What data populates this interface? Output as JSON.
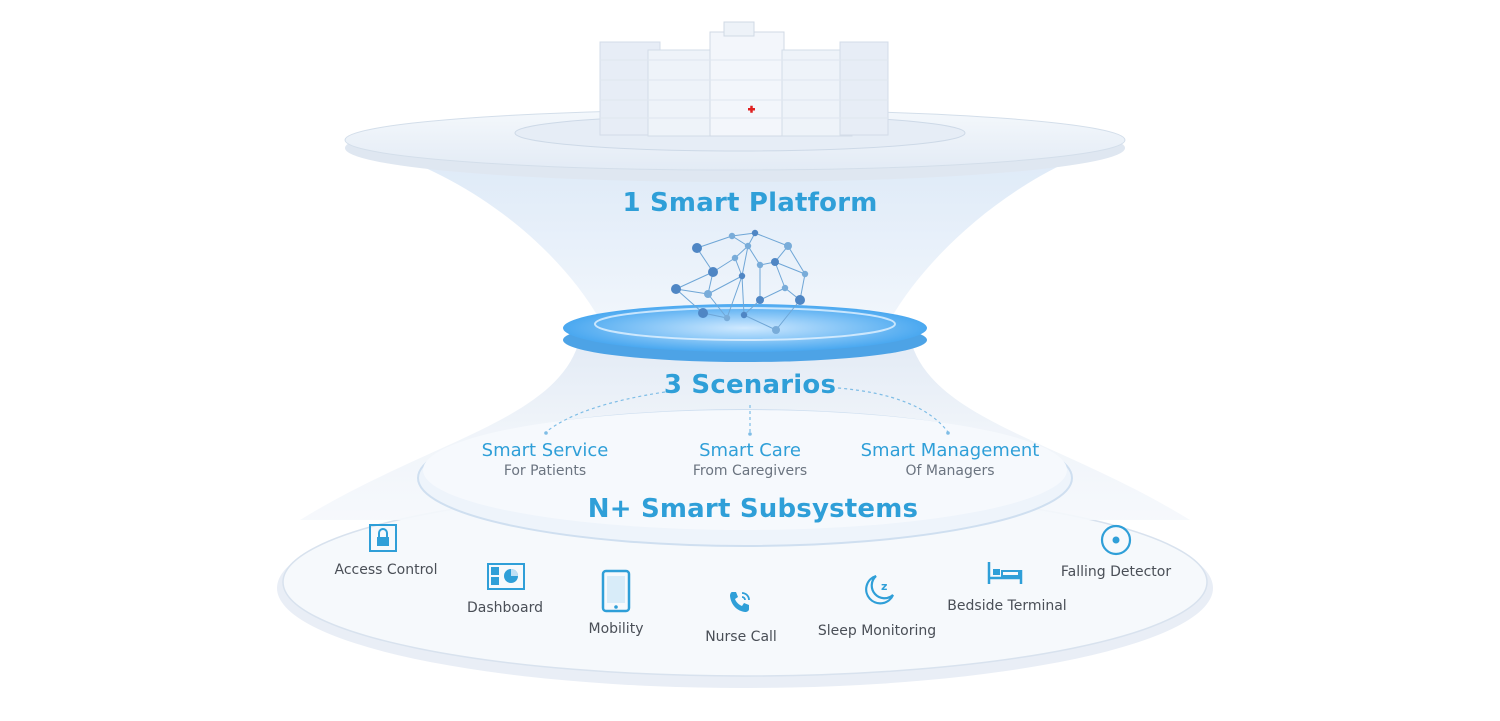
{
  "platform": {
    "title": "1 Smart Platform"
  },
  "scenarios": {
    "title": "3 Scenarios",
    "items": [
      {
        "title": "Smart Service",
        "sub": "For Patients"
      },
      {
        "title": "Smart Care",
        "sub": "From Caregivers"
      },
      {
        "title": "Smart Management",
        "sub": "Of Managers"
      }
    ]
  },
  "subsystems": {
    "title": "N+ Smart Subsystems",
    "items": [
      {
        "label": "Access Control",
        "icon": "lock-icon"
      },
      {
        "label": "Dashboard",
        "icon": "dashboard-icon"
      },
      {
        "label": "Mobility",
        "icon": "tablet-icon"
      },
      {
        "label": "Nurse Call",
        "icon": "phone-icon"
      },
      {
        "label": "Sleep Monitoring",
        "icon": "moon-icon"
      },
      {
        "label": "Bedside Terminal",
        "icon": "bed-icon"
      },
      {
        "label": "Falling Detector",
        "icon": "detector-icon"
      }
    ]
  },
  "colors": {
    "accent": "#2f9fd8",
    "text": "#4a4f57",
    "subtext": "#6b7480"
  }
}
